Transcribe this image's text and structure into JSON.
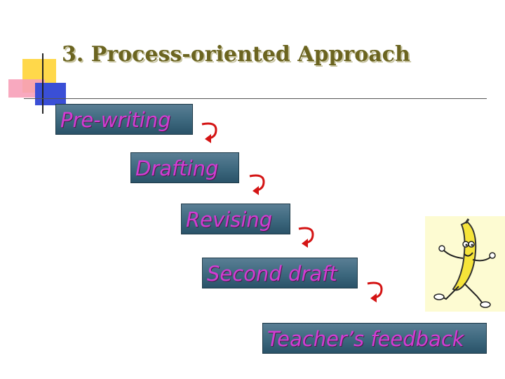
{
  "slide": {
    "title": "3. Process-oriented Approach",
    "steps": [
      {
        "label": "Pre-writing"
      },
      {
        "label": "Drafting"
      },
      {
        "label": "Revising"
      },
      {
        "label": "Second draft"
      },
      {
        "label": "Teacher’s feedback"
      }
    ],
    "arrow_icon": "curved-down-arrow-icon",
    "clipart": "running-banana",
    "colors": {
      "step_text": "#d23cd2",
      "step_box": "#3f6a80",
      "title": "#6b6420",
      "arrow": "#d41414",
      "accent_yellow": "#ffd84a",
      "accent_blue": "#3a4fd6",
      "accent_pink": "#f7a0b8"
    }
  }
}
